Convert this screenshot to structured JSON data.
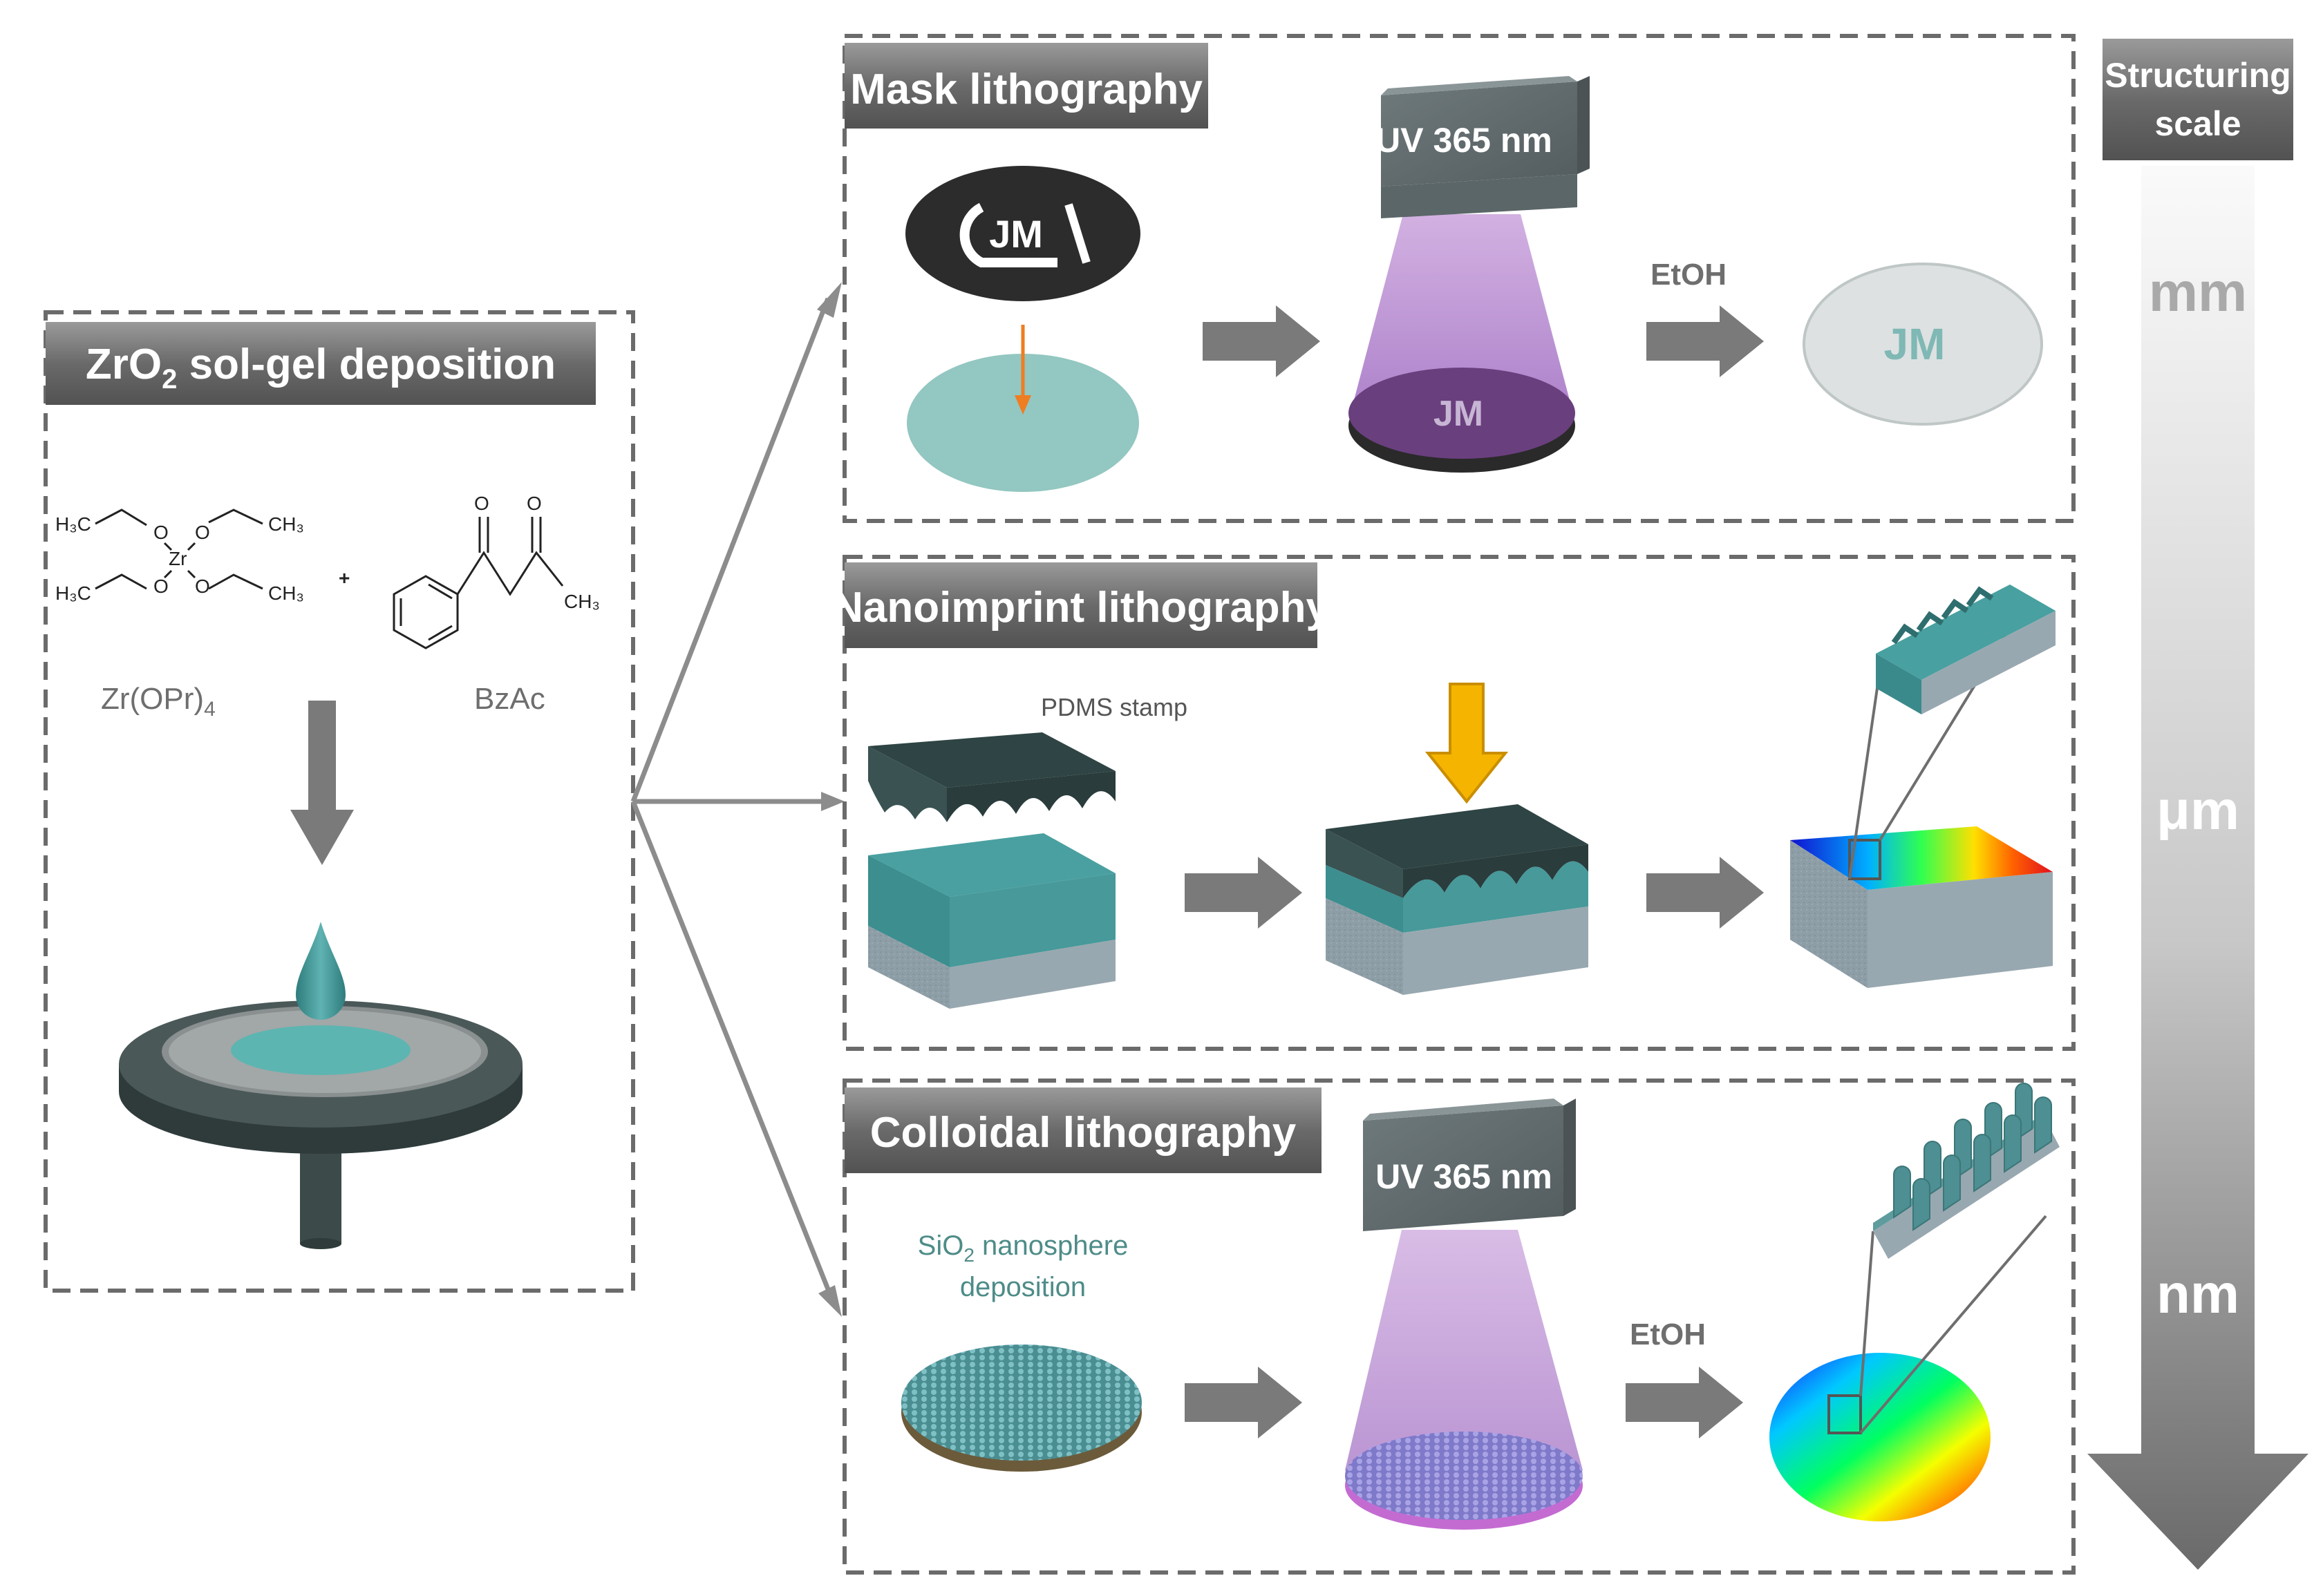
{
  "colors": {
    "header_bg": "#6f6f6f",
    "teal": "#3f8f90",
    "light_teal": "#8fc3c0",
    "dark_slate": "#3c4a4a",
    "substrate": "#8e9ea6",
    "uv_violet": "#b58ccf",
    "arrow_gray": "#7a7a7a",
    "arrow_orange": "#f5b400",
    "frame": "#6b6b6b"
  },
  "left_panel": {
    "title_main": "ZrO",
    "title_sub": "2",
    "title_rest": " sol-gel deposition",
    "reagent1": {
      "h3c_top": "H₃C",
      "ch3_top": "CH₃",
      "h3c_bot": "H₃C",
      "ch3_bot": "CH₃",
      "o": "O",
      "zr": "Zr",
      "name_main": "Zr(OPr)",
      "name_sub": "4"
    },
    "plus": "+",
    "reagent2": {
      "o1": "O",
      "o2": "O",
      "ch3": "CH₃",
      "name": "BzAc"
    }
  },
  "mask": {
    "title": "Mask lithography",
    "mask_logo": "JM",
    "uv_label": "UV 365 nm",
    "etoh": "EtOH",
    "product_logo": "JM"
  },
  "nanoimprint": {
    "title": "Nanoimprint lithography",
    "stamp_label": "PDMS stamp"
  },
  "colloidal": {
    "title": "Colloidal lithography",
    "sio2_main": "SiO",
    "sio2_sub": "2",
    "sio2_rest": " nanosphere",
    "deposition": "deposition",
    "uv_label": "UV 365 nm",
    "etoh": "EtOH"
  },
  "scale": {
    "title_line1": "Structuring",
    "title_line2": "scale",
    "mm": "mm",
    "um": "μm",
    "nm": "nm"
  }
}
